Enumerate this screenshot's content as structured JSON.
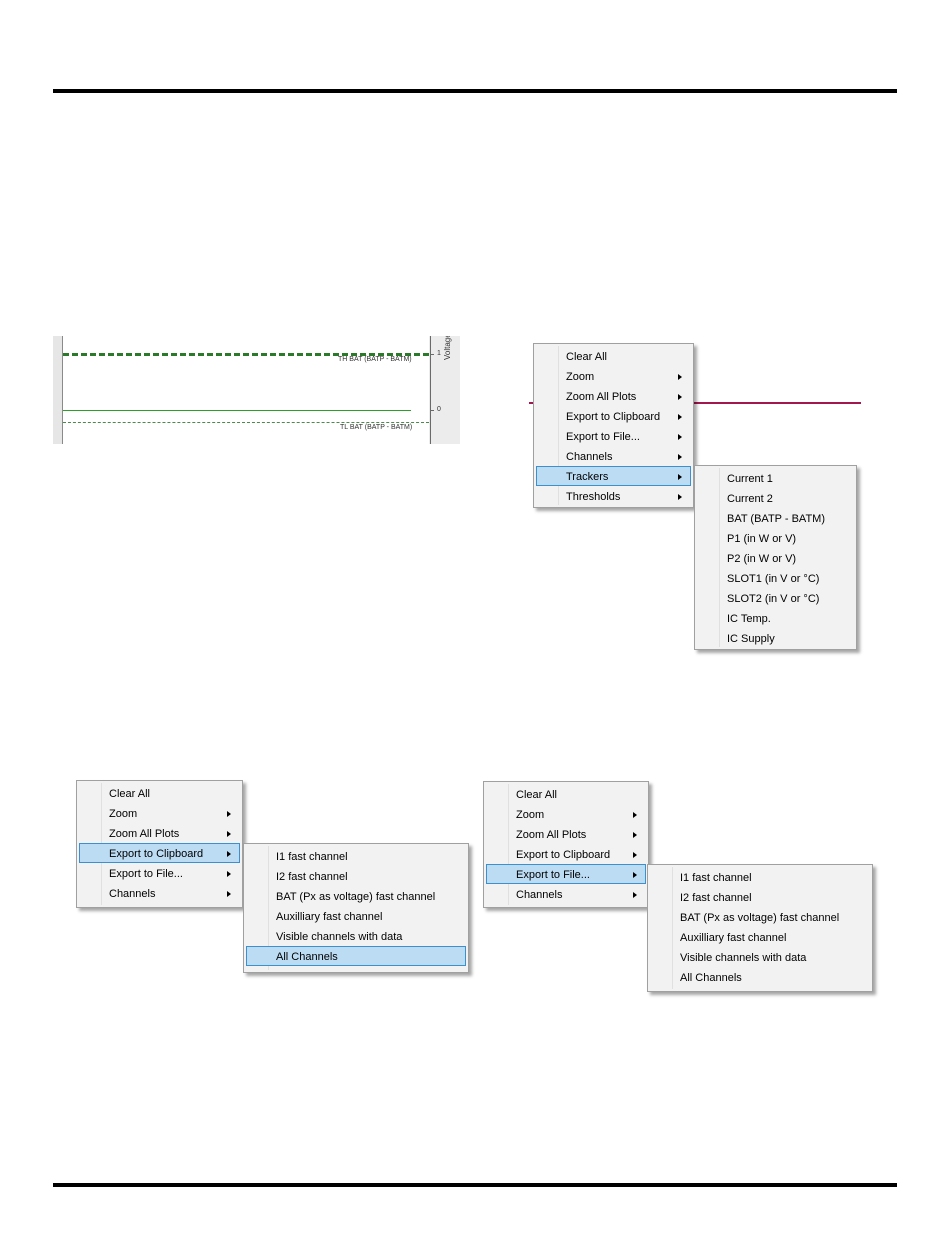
{
  "plot": {
    "axis_title": "Voltage",
    "tick_1": "1",
    "tick_0": "0",
    "th_label": "TH BAT (BATP - BATM)",
    "tl_label": "TL BAT (BATP - BATM)"
  },
  "menu_a": {
    "items": [
      "Clear All",
      "Zoom",
      "Zoom All Plots",
      "Export to Clipboard",
      "Export to File...",
      "Channels",
      "Trackers",
      "Thresholds"
    ],
    "highlighted": "Trackers"
  },
  "submenu_trackers": {
    "items": [
      "Current 1",
      "Current 2",
      "BAT (BATP - BATM)",
      "P1 (in W or V)",
      "P2 (in W or V)",
      "SLOT1 (in V or °C)",
      "SLOT2 (in V or °C)",
      "IC Temp.",
      "IC Supply"
    ]
  },
  "menu_b": {
    "items": [
      "Clear All",
      "Zoom",
      "Zoom All Plots",
      "Export to Clipboard",
      "Export to File...",
      "Channels"
    ],
    "highlighted": "Export to Clipboard"
  },
  "submenu_clipboard": {
    "items": [
      "I1 fast channel",
      "I2 fast channel",
      "BAT (Px as voltage) fast channel",
      "Auxilliary fast channel",
      "Visible channels with data",
      "All Channels"
    ],
    "highlighted": "All Channels"
  },
  "menu_c": {
    "items": [
      "Clear All",
      "Zoom",
      "Zoom All Plots",
      "Export to Clipboard",
      "Export to File...",
      "Channels"
    ],
    "highlighted": "Export to File..."
  },
  "submenu_file": {
    "items": [
      "I1 fast channel",
      "I2 fast channel",
      "BAT (Px as voltage) fast channel",
      "Auxilliary fast channel",
      "Visible channels with data",
      "All Channels"
    ]
  },
  "colors": {
    "highlight_bg": "#bcdcf4",
    "highlight_border": "#3c90d0",
    "threshold_green": "#2a7a2a",
    "trace_magenta": "#a3174f"
  }
}
